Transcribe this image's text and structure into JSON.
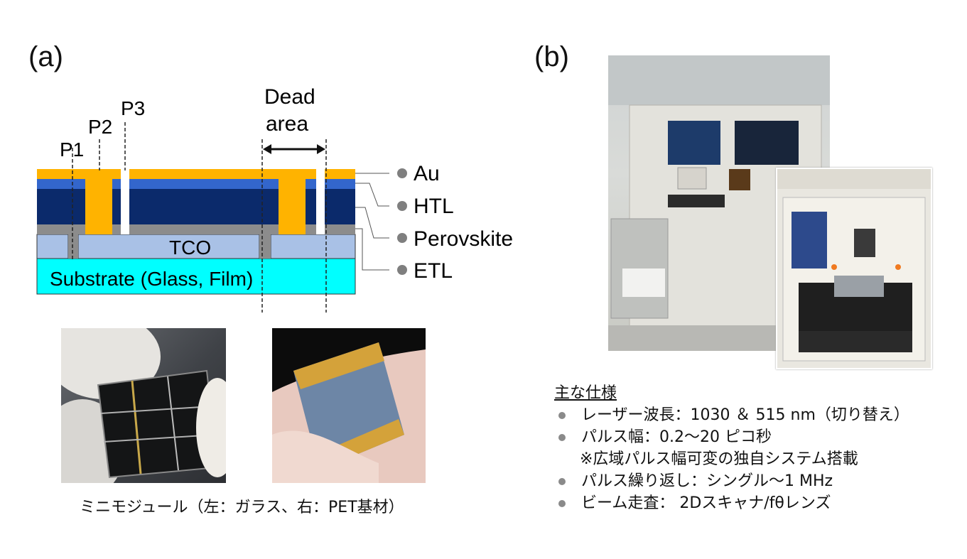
{
  "panel_a_label": "(a)",
  "panel_b_label": "(b)",
  "diagram": {
    "scribe_labels": [
      "P1",
      "P2",
      "P3"
    ],
    "dead_area_line1": "Dead",
    "dead_area_line2": "area",
    "layer_labels": [
      "Au",
      "HTL",
      "Perovskite",
      "ETL"
    ],
    "tco_label": "TCO",
    "substrate_label": "Substrate (Glass, Film)",
    "colors": {
      "au": "#ffb300",
      "htl": "#3366cc",
      "perovskite": "#0b2a6b",
      "etl": "#8c8c8c",
      "tco": "#a9c1e6",
      "substrate": "#00ffff"
    }
  },
  "caption": "ミニモジュール（左：ガラス、右：PET基材）",
  "specs": {
    "title": "主な仕様",
    "items": [
      "レーザー波長：1030 ＆ 515 nm（切り替え）",
      "パルス幅：0.2〜20 ピコ秒",
      "パルス繰り返し：シングル〜1 MHz",
      "ビーム走査：  2Dスキャナ/fθレンズ"
    ],
    "note": "※広域パルス幅可変の独自システム搭載"
  }
}
